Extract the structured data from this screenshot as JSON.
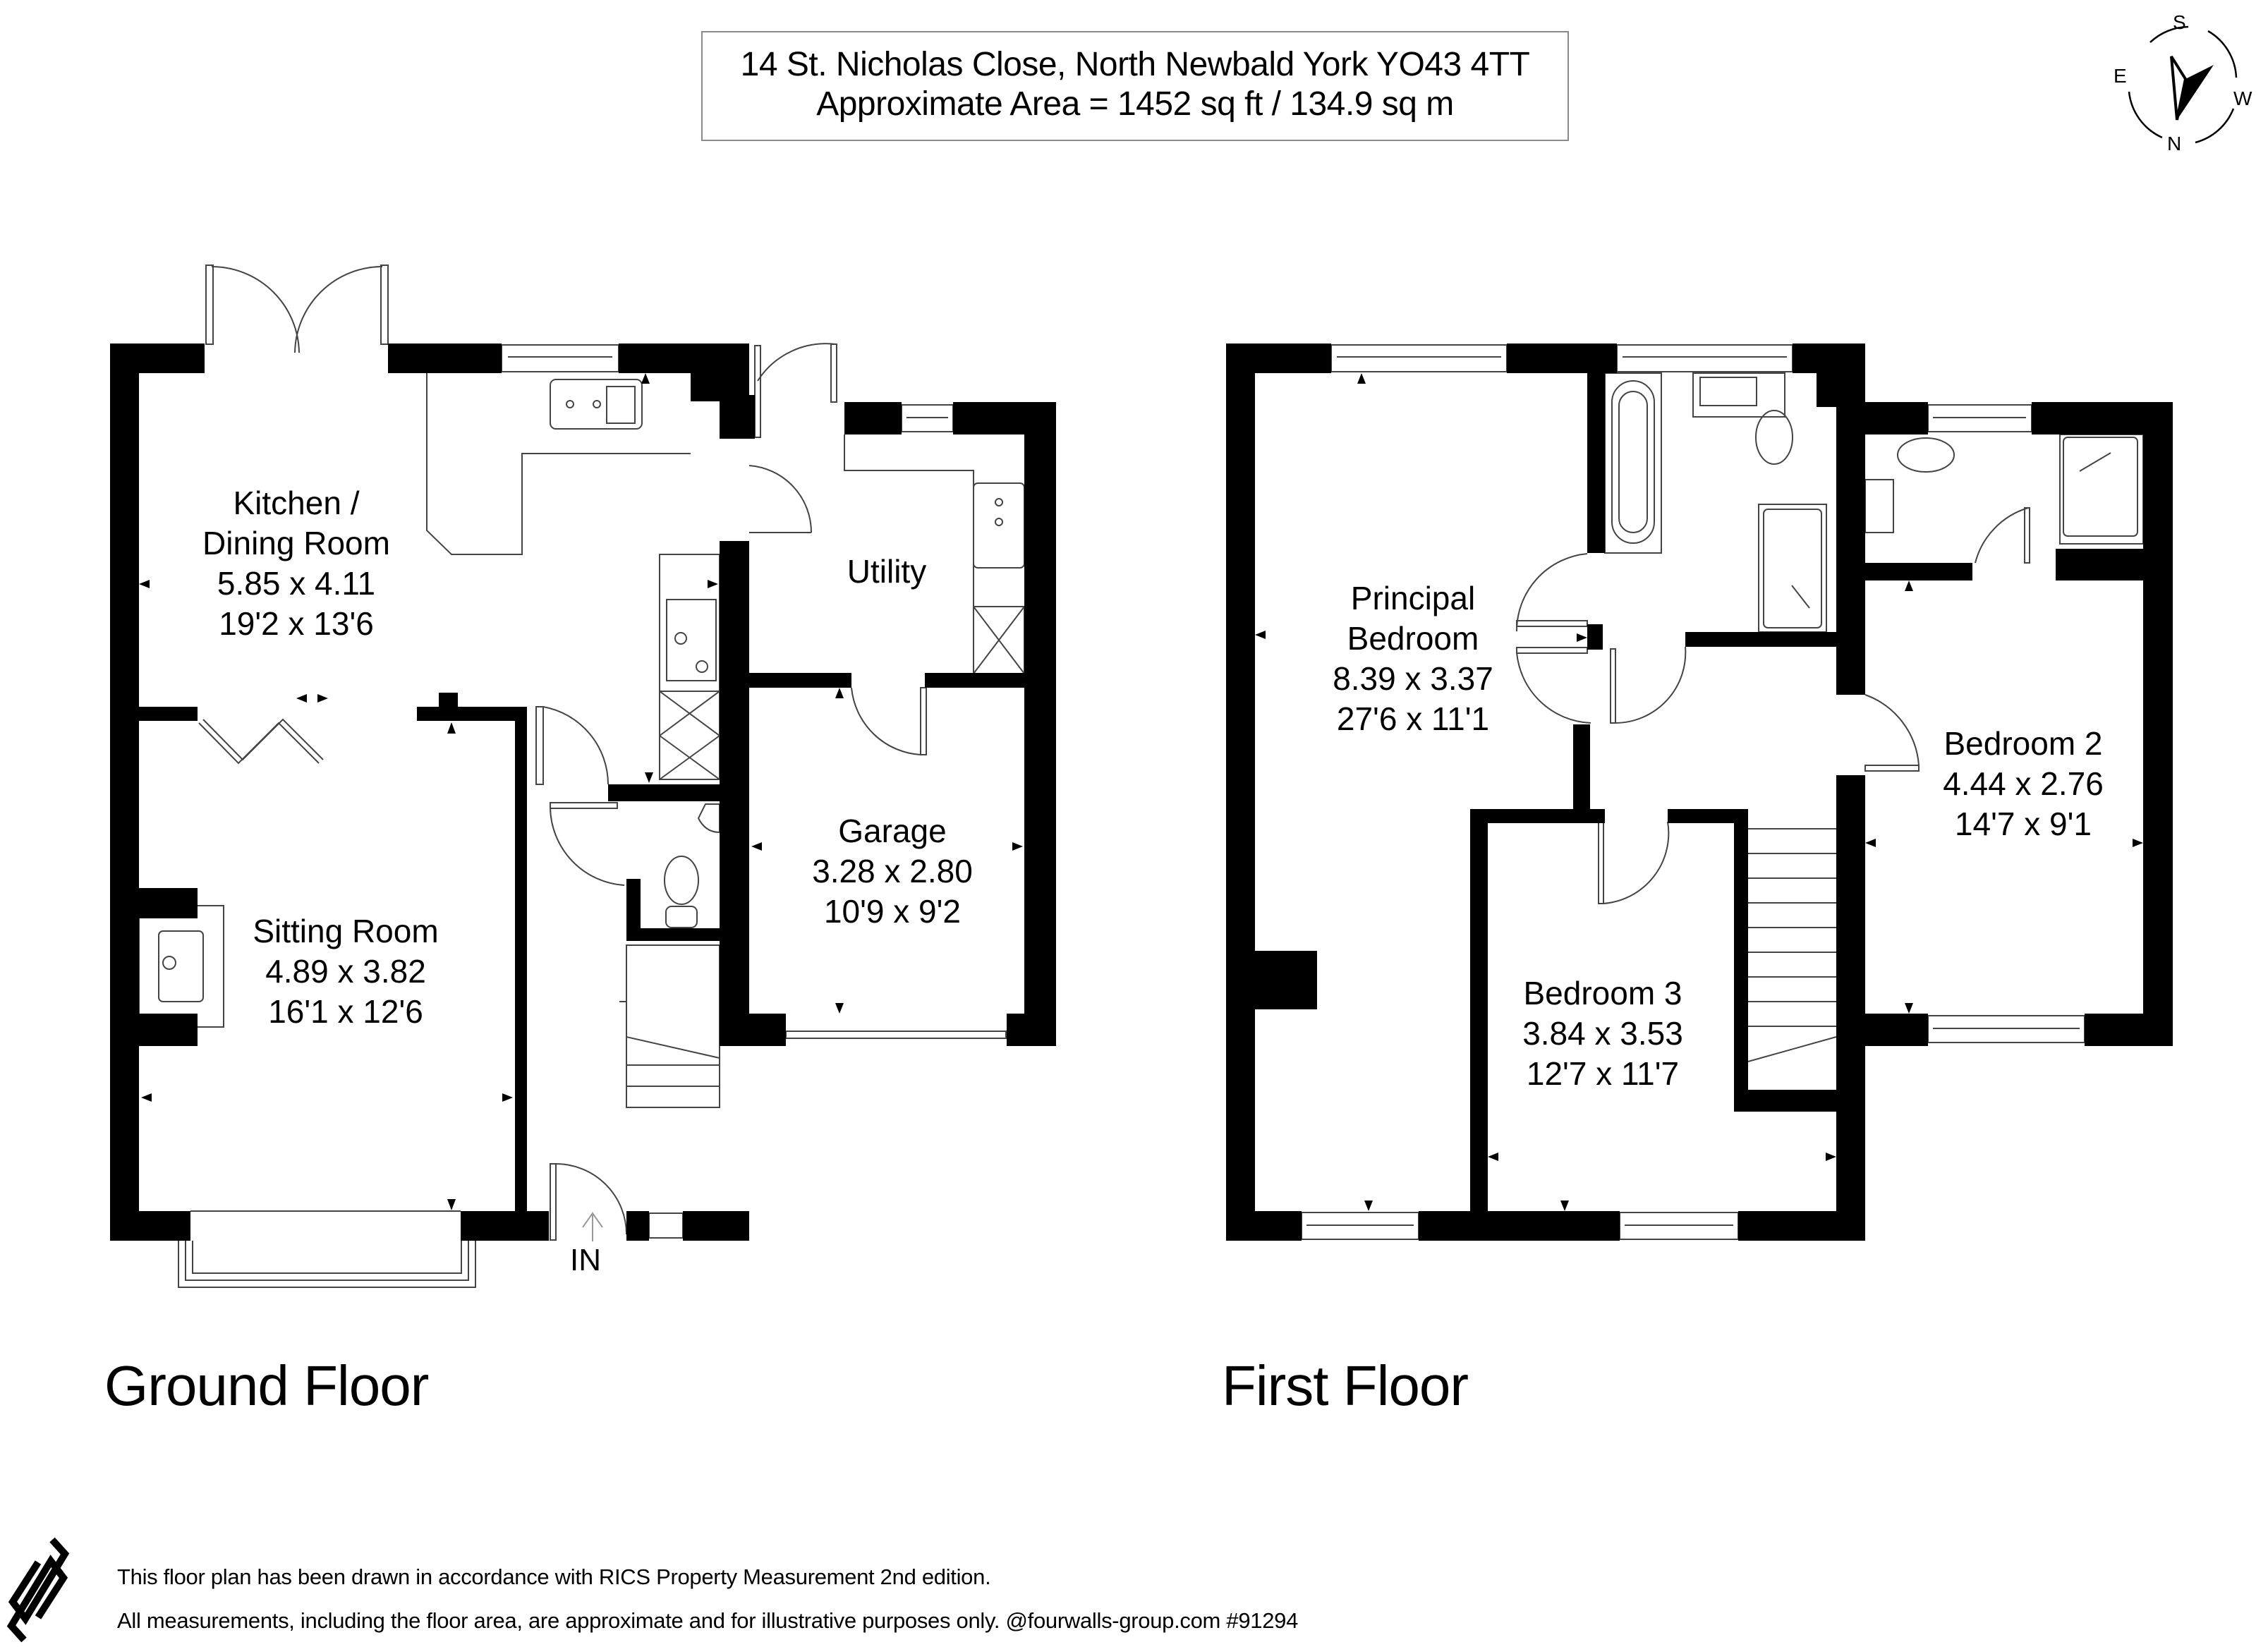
{
  "header": {
    "address": "14 St. Nicholas Close, North Newbald York YO43 4TT",
    "area": "Approximate Area = 1452 sq ft / 134.9 sq m"
  },
  "compass": {
    "icon": "compass-rose-icon",
    "letters": {
      "top": "S",
      "left": "E",
      "right": "W",
      "bottom": "N"
    }
  },
  "floors": [
    {
      "label": "Ground Floor",
      "rooms": [
        {
          "name": "Kitchen /\nDining Room",
          "line1": "Kitchen /",
          "line2": "Dining Room",
          "metric": "5.85 x 4.11",
          "imperial": "19'2 x 13'6"
        },
        {
          "name": "Utility",
          "line1": "Utility"
        },
        {
          "name": "Garage",
          "line1": "Garage",
          "metric": "3.28 x 2.80",
          "imperial": "10'9 x 9'2"
        },
        {
          "name": "Sitting Room",
          "line1": "Sitting Room",
          "metric": "4.89 x 3.82",
          "imperial": "16'1 x 12'6"
        }
      ],
      "entrance_label": "IN"
    },
    {
      "label": "First Floor",
      "rooms": [
        {
          "name": "Principal Bedroom",
          "line1": "Principal",
          "line2": "Bedroom",
          "metric": "8.39 x 3.37",
          "imperial": "27'6 x 11'1"
        },
        {
          "name": "Bedroom 2",
          "line1": "Bedroom 2",
          "metric": "4.44 x 2.76",
          "imperial": "14'7 x 9'1"
        },
        {
          "name": "Bedroom 3",
          "line1": "Bedroom 3",
          "metric": "3.84 x 3.53",
          "imperial": "12'7 x 11'7"
        }
      ]
    }
  ],
  "footer": {
    "line1": "This floor plan has been drawn in accordance with RICS Property Measurement 2nd edition.",
    "line2": "All measurements, including the floor area, are approximate and for illustrative purposes only. @fourwalls-group.com #91294",
    "logo_icon": "fourwalls-logo-icon"
  },
  "colors": {
    "wall": "#000000",
    "fixture_line": "#555555",
    "title_border": "#8a8a8a",
    "background": "#ffffff"
  }
}
